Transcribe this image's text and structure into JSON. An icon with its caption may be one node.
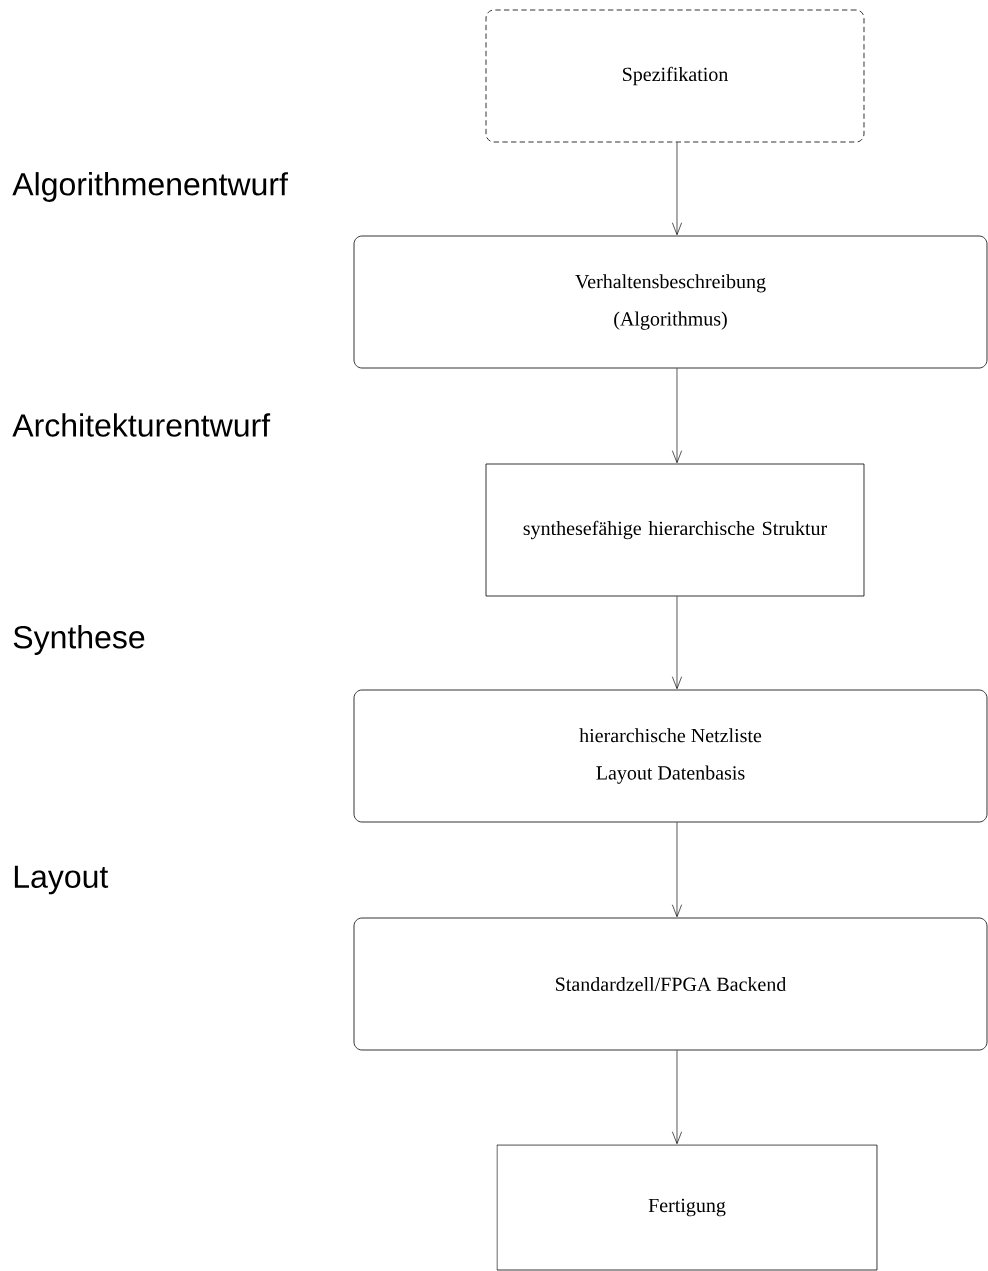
{
  "diagram": {
    "nodes": [
      {
        "text": [
          "Spezifikation"
        ]
      },
      {
        "text": [
          "Verhaltensbeschreibung",
          "(Algorithmus)"
        ]
      },
      {
        "text": [
          "synthesefähige hierarchische Struktur"
        ]
      },
      {
        "text": [
          "hierarchische Netzliste",
          "Layout Datenbasis"
        ]
      },
      {
        "text": [
          "Standardzell/FPGA Backend"
        ]
      },
      {
        "text": [
          "Fertigung"
        ]
      }
    ],
    "edges": [
      {
        "from": 0,
        "to": 1,
        "arrow": "to"
      },
      {
        "from": 1,
        "to": 2,
        "arrow": "to"
      },
      {
        "from": 2,
        "to": 3,
        "arrow": "to"
      },
      {
        "from": 3,
        "to": 4,
        "arrow": "to"
      },
      {
        "from": 4,
        "to": 5,
        "arrow": "to"
      }
    ],
    "labels": [
      "Algorithmenentwurf",
      "Architekturentwurf",
      "Synthese",
      "Layout"
    ]
  }
}
